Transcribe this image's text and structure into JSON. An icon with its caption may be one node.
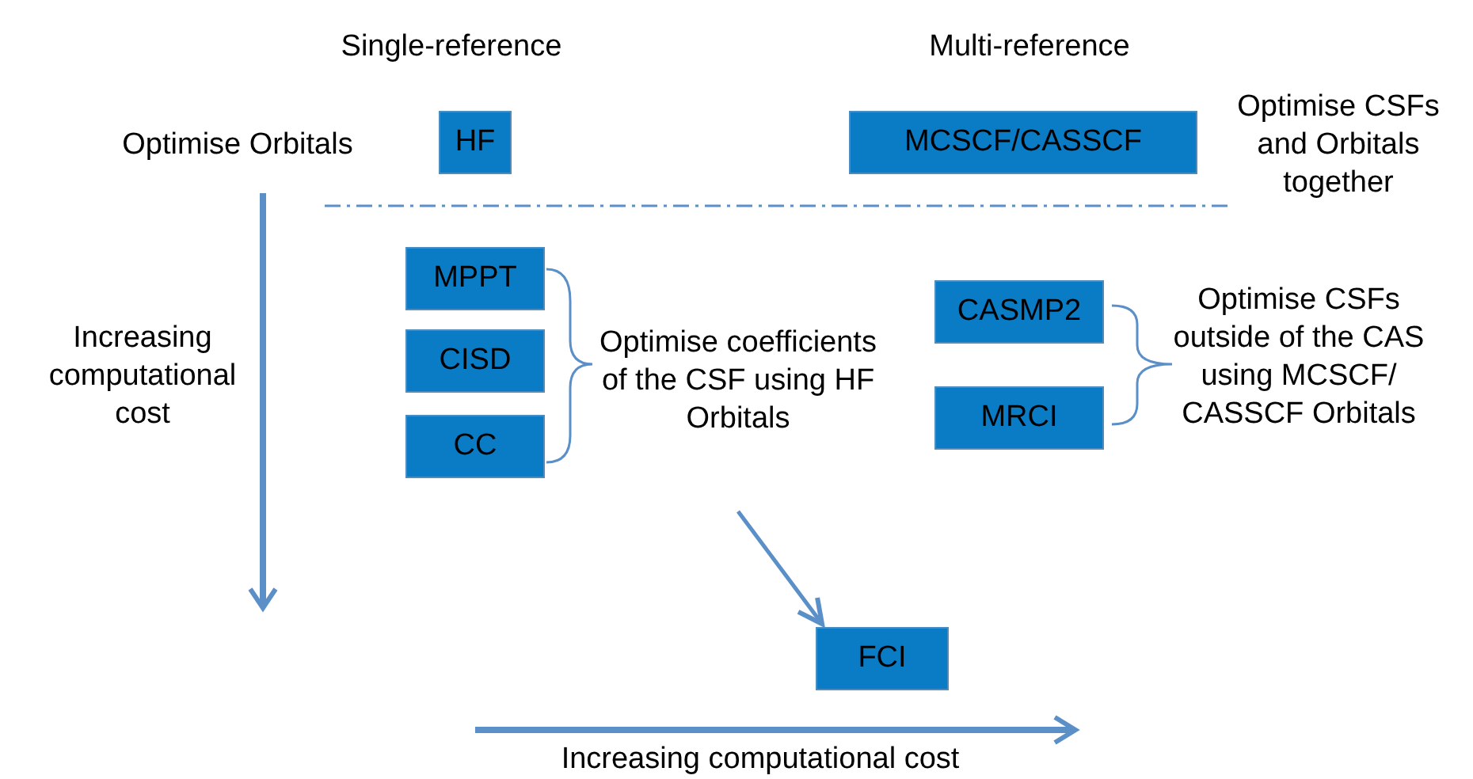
{
  "diagram": {
    "nodes": [
      {
        "text": [
          "HF"
        ]
      },
      {
        "text": [
          "MCSCF/CASSCF"
        ]
      },
      {
        "text": [
          "MPPT"
        ]
      },
      {
        "text": [
          "CISD"
        ]
      },
      {
        "text": [
          "CC"
        ]
      },
      {
        "text": [
          "CASMP2"
        ]
      },
      {
        "text": [
          "MRCI"
        ]
      },
      {
        "text": [
          "FCI"
        ]
      },
      {
        "text": [
          "Optimise coefficients of the CSF using HF Orbitals"
        ]
      }
    ],
    "edges": [
      {
        "from": 8,
        "to": 7,
        "arrow": "to"
      }
    ],
    "labels": [
      "Single-reference",
      "Multi-reference",
      "Optimise Orbitals",
      "Optimise CSFs and Orbitals together",
      "Increasing computational cost",
      "Optimise CSFs outside of the CAS using MCSCF/ CASSCF Orbitals",
      "Increasing computational cost"
    ]
  }
}
